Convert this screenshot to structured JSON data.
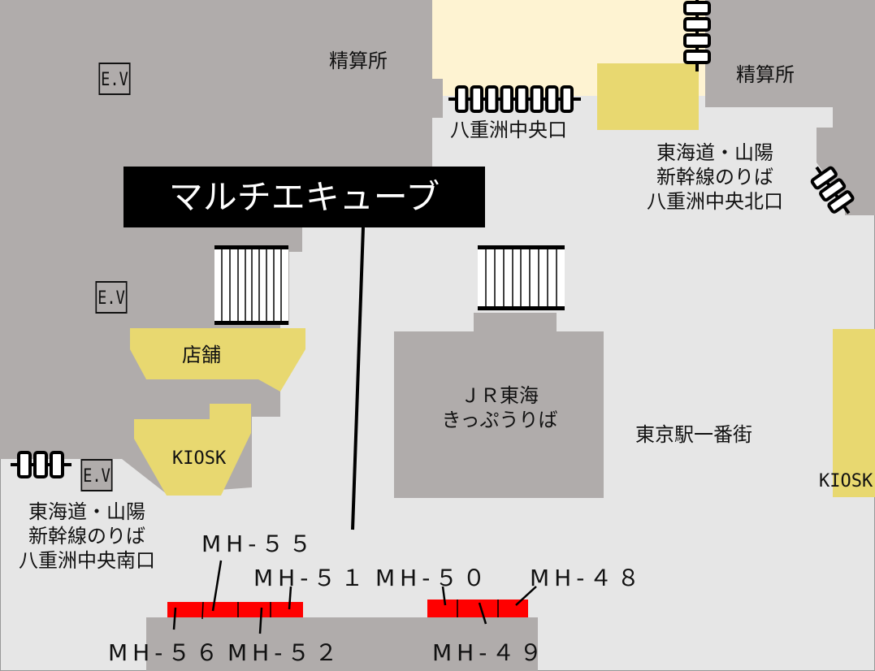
{
  "colors": {
    "wall": "#b0acab",
    "floor": "#e6e6e6",
    "shop": "#e8d870",
    "paid_area": "#fef3d2",
    "gate_marker": "#ff0000"
  },
  "highlight_label": "マルチエキューブ",
  "areas": {
    "fare_adjust_left": "精算所",
    "fare_adjust_right": "精算所",
    "yaesu_central_gate": "八重洲中央口",
    "north_gate": [
      "東海道・山陽",
      "新幹線のりば",
      "八重洲中央北口"
    ],
    "south_gate": [
      "東海道・山陽",
      "新幹線のりば",
      "八重洲中央南口"
    ],
    "shop": "店舗",
    "kiosk_left": "KIOSK",
    "kiosk_right": "KIOSK",
    "ticket_office": [
      "ＪＲ東海",
      "きっぷうりば"
    ],
    "ichibangai": "東京駅一番街"
  },
  "elevators": [
    "E.V",
    "E.V",
    "E.V"
  ],
  "markers": [
    "MH-５５",
    "MH-５１",
    "MH-５０",
    "MH-４８",
    "MH-５６",
    "MH-５２",
    "MH-４９"
  ]
}
